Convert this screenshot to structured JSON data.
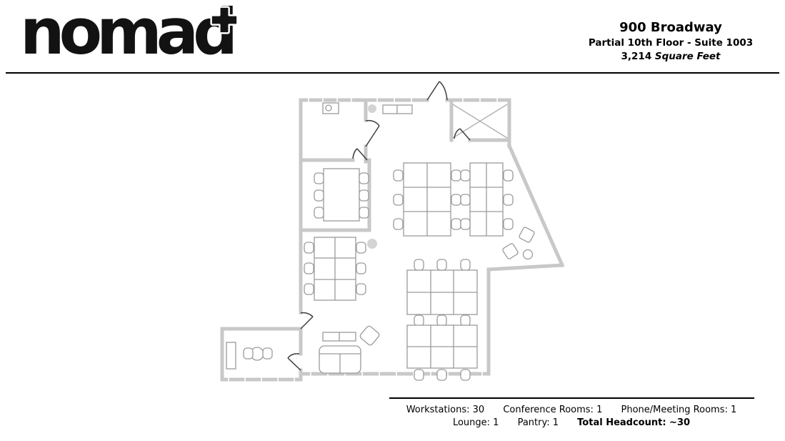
{
  "header": {
    "logo_text": "nomad",
    "building": "900 Broadway",
    "floor_suite": "Partial 10th Floor - Suite 1003",
    "area_value": "3,214",
    "area_unit": "Square Feet"
  },
  "footer": {
    "line1": [
      "Workstations: 30",
      "Conference Rooms: 1",
      "Phone/Meeting Rooms: 1"
    ],
    "line2": [
      "Lounge: 1",
      "Pantry: 1"
    ],
    "total": "Total Headcount: ~30"
  },
  "colors": {
    "wall": "#c8c8c8",
    "furniture": "#9a9a9a",
    "door": "#3d3d3d",
    "text": "#000000"
  }
}
